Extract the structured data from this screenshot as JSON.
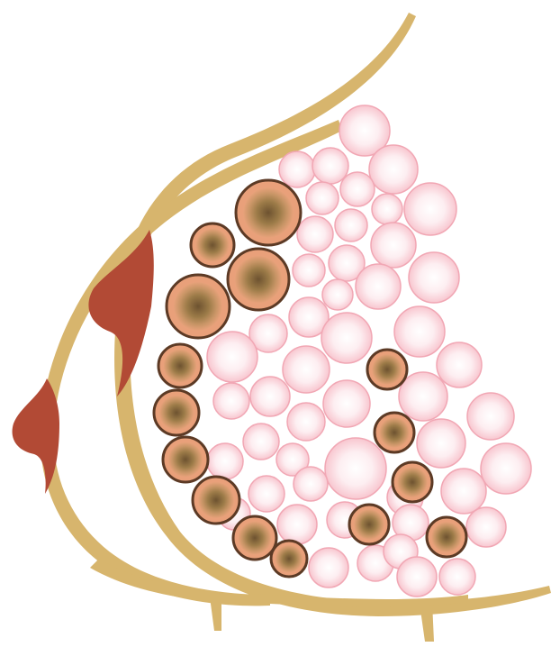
{
  "colors": {
    "background": "#ffffff",
    "outline": "#d7b56d",
    "nipple": "#b24a35",
    "fat_cell_fill": "#fde7ec",
    "fat_cell_stroke": "#f1a7b4",
    "fat_cell_highlight": "#ffffff",
    "gland_outer": "#5c3a25",
    "gland_ring": "#e9a07a",
    "gland_center": "#7a6038"
  },
  "layers": [
    "outline",
    "nipple",
    "fat-cell",
    "gland"
  ]
}
